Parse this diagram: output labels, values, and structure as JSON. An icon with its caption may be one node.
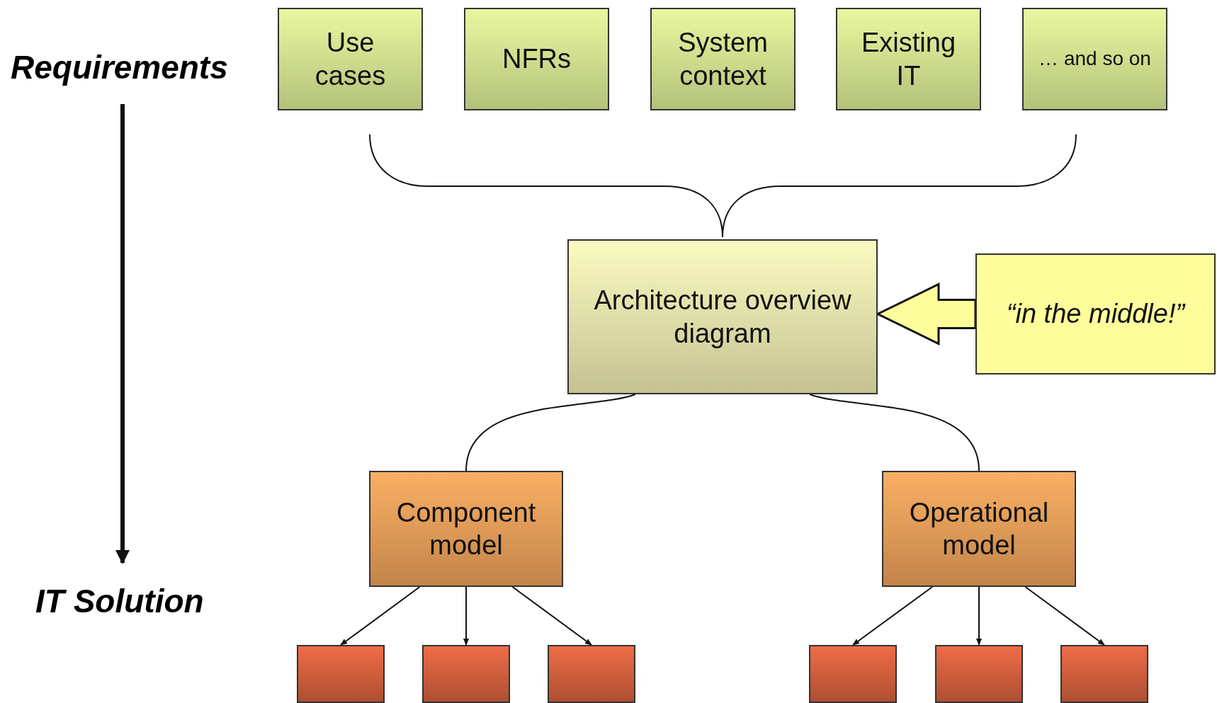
{
  "diagram": {
    "nodes": [
      {
        "text": [
          "Use cases"
        ]
      },
      {
        "text": [
          "NFRs"
        ]
      },
      {
        "text": [
          "System context"
        ]
      },
      {
        "text": [
          "Existing IT"
        ]
      },
      {
        "text": [
          "… and so on"
        ]
      },
      {
        "text": [
          "Architecture overview diagram"
        ]
      },
      {
        "text": [
          "“in the middle!”"
        ]
      },
      {
        "text": [
          "Component model"
        ]
      },
      {
        "text": [
          "Operational model"
        ]
      },
      {
        "text": [],
        "shape": "box"
      },
      {
        "text": [],
        "shape": "box"
      },
      {
        "text": [],
        "shape": "box"
      },
      {
        "text": [],
        "shape": "box"
      },
      {
        "text": [],
        "shape": "box"
      },
      {
        "text": [],
        "shape": "box"
      }
    ],
    "edges": [
      {
        "from": 6,
        "to": 5,
        "arrow": "to"
      },
      {
        "from": 5,
        "to": 7,
        "arrow": "none"
      },
      {
        "from": 5,
        "to": 8,
        "arrow": "none"
      },
      {
        "from": 7,
        "to": 9,
        "arrow": "to"
      },
      {
        "from": 7,
        "to": 10,
        "arrow": "to"
      },
      {
        "from": 7,
        "to": 11,
        "arrow": "to"
      },
      {
        "from": 8,
        "to": 12,
        "arrow": "to"
      },
      {
        "from": 8,
        "to": 13,
        "arrow": "to"
      },
      {
        "from": 8,
        "to": 14,
        "arrow": "to"
      }
    ],
    "labels": [
      "Requirements",
      "IT Solution"
    ]
  }
}
